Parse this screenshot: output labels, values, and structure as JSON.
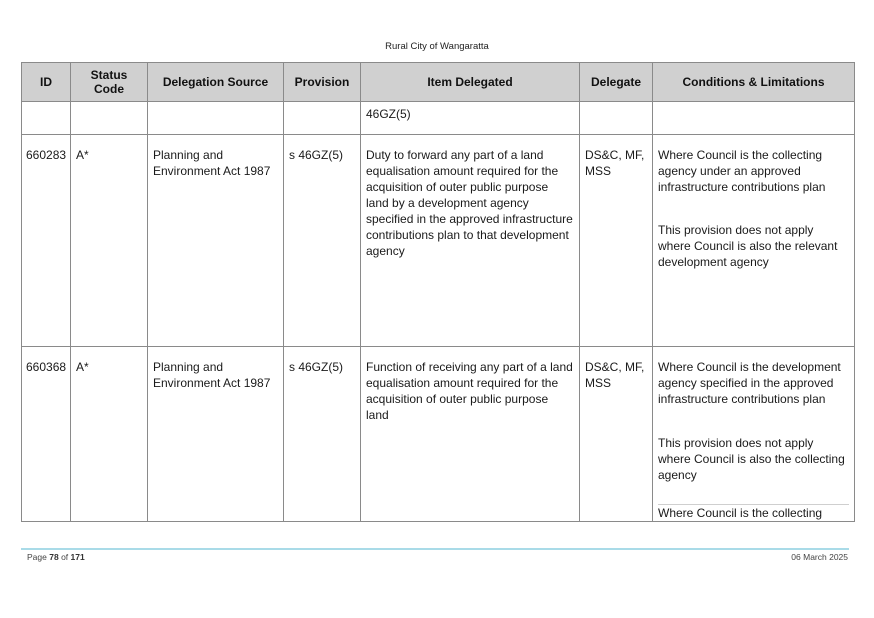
{
  "header": {
    "organisation": "Rural City of Wangaratta"
  },
  "table": {
    "columns": [
      "ID",
      "Status Code",
      "Delegation Source",
      "Provision",
      "Item Delegated",
      "Delegate",
      "Conditions & Limitations"
    ],
    "continuation": {
      "item": "46GZ(5)"
    },
    "rows": [
      {
        "id": "660283",
        "status": "A*",
        "source": "Planning and Environment Act 1987",
        "provision": "s 46GZ(5)",
        "item": "Duty to forward any part of a land equalisation amount required for the acquisition of outer public purpose land by a development agency specified in the approved infrastructure contributions plan to that development agency",
        "delegate": "DS&C, MF, MSS",
        "conditions": [
          "Where Council is the collecting agency under an approved infrastructure contributions plan",
          "This provision does not apply where Council is also the relevant development agency"
        ]
      },
      {
        "id": "660368",
        "status": "A*",
        "source": "Planning and Environment Act 1987",
        "provision": "s 46GZ(5)",
        "item": "Function of receiving any part of a land equalisation amount required for the acquisition of outer public purpose land",
        "delegate": "DS&C, MF, MSS",
        "conditions": [
          "Where Council is the development agency specified in the approved infrastructure contributions plan",
          "This provision does not apply where Council is also the collecting agency",
          "Where Council is the collecting"
        ]
      }
    ]
  },
  "footer": {
    "page_prefix": "Page",
    "page_number": "78",
    "page_of": "of",
    "page_total": "171",
    "date": "06 March 2025"
  }
}
